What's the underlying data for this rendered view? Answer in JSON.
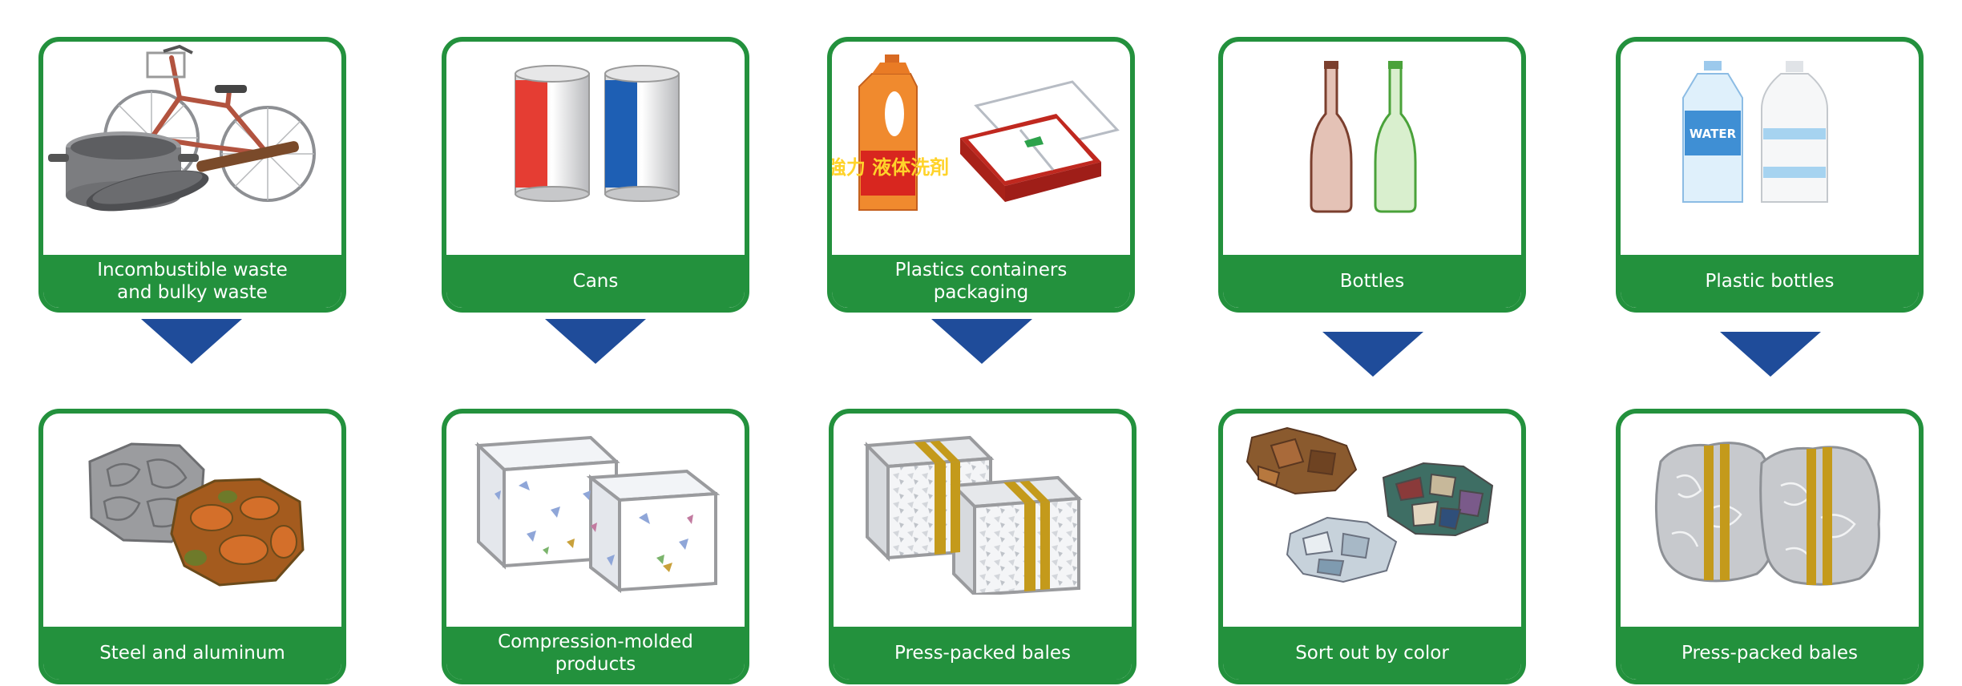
{
  "colors": {
    "brand_green": "#23913d",
    "arrow_blue": "#1f4c9a"
  },
  "flows": [
    {
      "source": {
        "label": "Incombustible waste\nand bulky waste",
        "icon": "bicycle-pot-pan-icon"
      },
      "result": {
        "label": "Steel and aluminum",
        "icon": "metal-scrap-icon"
      }
    },
    {
      "source": {
        "label": "Cans",
        "icon": "cans-icon"
      },
      "result": {
        "label": "Compression-molded\nproducts",
        "icon": "molded-blocks-icon"
      }
    },
    {
      "source": {
        "label": "Plastics containers\npackaging",
        "icon": "detergent-tray-icon",
        "product_text": "強力 液体洗剤"
      },
      "result": {
        "label": "Press-packed bales",
        "icon": "packed-bales-icon"
      }
    },
    {
      "source": {
        "label": "Bottles",
        "icon": "glass-bottles-icon"
      },
      "result": {
        "label": "Sort out by color",
        "icon": "cullet-by-color-icon"
      }
    },
    {
      "source": {
        "label": "Plastic bottles",
        "icon": "pet-bottles-icon",
        "product_text": "WATER"
      },
      "result": {
        "label": "Press-packed bales",
        "icon": "pet-bales-icon"
      }
    }
  ]
}
